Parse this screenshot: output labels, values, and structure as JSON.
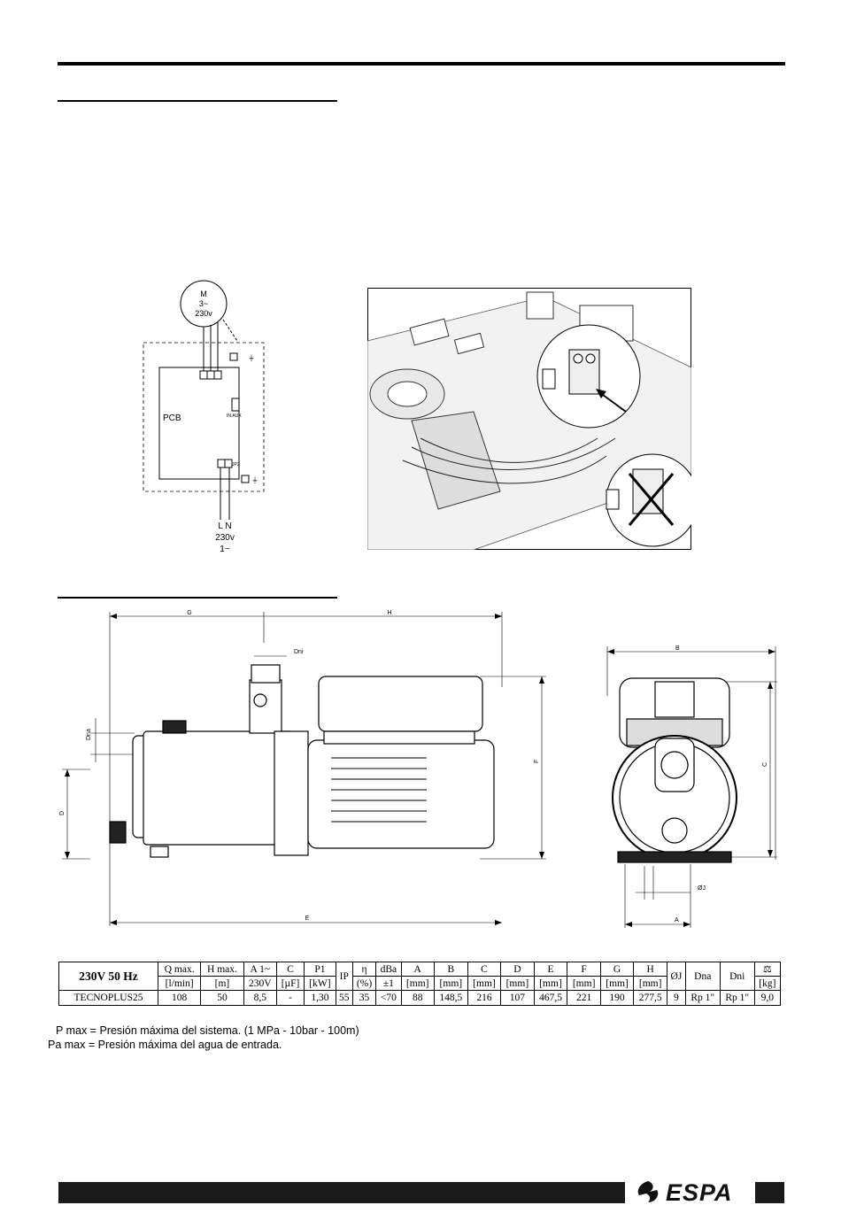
{
  "wiring": {
    "motor_label": "M",
    "motor_phase": "3~",
    "motor_voltage": "230v",
    "pcb_label": "PCB",
    "connector_in_aux": "IN.AUX",
    "connector_jp2": "JP2",
    "line_label": "L N",
    "supply_voltage": "230v",
    "supply_phase": "1~"
  },
  "dimensions": {
    "G": "G",
    "H": "H",
    "Dni": "Dni",
    "Dna": "Dna",
    "D": "D",
    "F": "F",
    "E": "E",
    "B": "B",
    "C": "C",
    "A": "A",
    "OJ": "ØJ"
  },
  "table": {
    "headers": [
      {
        "l1": "230V 50 Hz",
        "l2": ""
      },
      {
        "l1": "Q max.",
        "l2": "[l/min]"
      },
      {
        "l1": "H max.",
        "l2": "[m]"
      },
      {
        "l1": "A 1~",
        "l2": "230V"
      },
      {
        "l1": "C",
        "l2": "[µF]"
      },
      {
        "l1": "P1",
        "l2": "[kW]"
      },
      {
        "l1": "IP",
        "l2": ""
      },
      {
        "l1": "η",
        "l2": "(%)"
      },
      {
        "l1": "dBa",
        "l2": "±1"
      },
      {
        "l1": "A",
        "l2": "[mm]"
      },
      {
        "l1": "B",
        "l2": "[mm]"
      },
      {
        "l1": "C",
        "l2": "[mm]"
      },
      {
        "l1": "D",
        "l2": "[mm]"
      },
      {
        "l1": "E",
        "l2": "[mm]"
      },
      {
        "l1": "F",
        "l2": "[mm]"
      },
      {
        "l1": "G",
        "l2": "[mm]"
      },
      {
        "l1": "H",
        "l2": "[mm]"
      },
      {
        "l1": "ØJ",
        "l2": ""
      },
      {
        "l1": "Dna",
        "l2": ""
      },
      {
        "l1": "Dni",
        "l2": ""
      },
      {
        "l1": "",
        "l2": "[kg]"
      }
    ],
    "row": [
      "TECNOPLUS25",
      "108",
      "50",
      "8,5",
      "-",
      "1,30",
      "55",
      "35",
      "<70",
      "88",
      "148,5",
      "216",
      "107",
      "467,5",
      "221",
      "190",
      "277,5",
      "9",
      "Rp 1\"",
      "Rp 1\"",
      "9,0"
    ]
  },
  "notes": {
    "pmax": "P max = Presión máxima del sistema.     (1 MPa - 10bar - 100m)",
    "pamax": "Pa max = Presión máxima del agua de entrada."
  },
  "brand": {
    "name": "ESPA"
  }
}
